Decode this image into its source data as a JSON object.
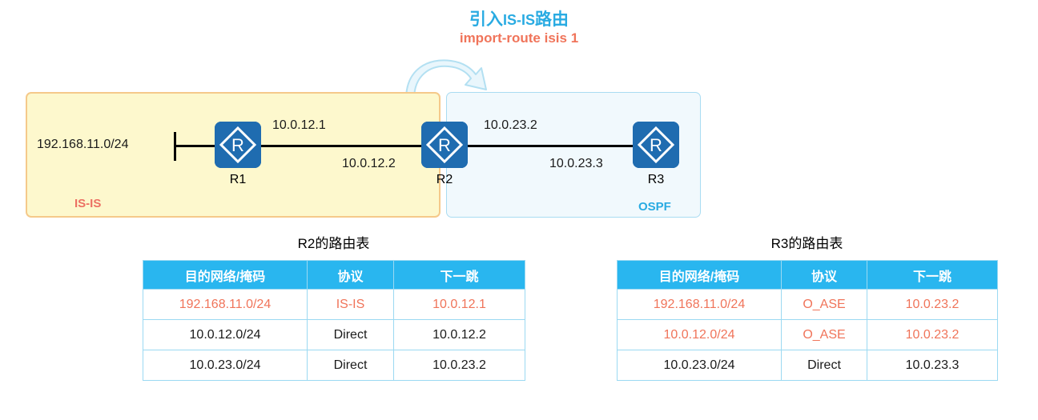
{
  "callout": {
    "title_cn_1": "引入",
    "title_latin": "IS-IS",
    "title_cn_2": "路由",
    "command": "import-route isis 1",
    "title_color": "#29abe2",
    "command_color": "#f0745a",
    "arrow_icon": "curved-arrow-right-icon"
  },
  "topology": {
    "zones": [
      {
        "id": "isis",
        "label": "IS-IS",
        "fill": "#fdf8cd",
        "border": "#f5c98a",
        "label_color": "#ec7063"
      },
      {
        "id": "ospf",
        "label": "OSPF",
        "fill": "#f1f9fd",
        "border": "#a9dcf2",
        "label_color": "#29abe2"
      }
    ],
    "routers": [
      {
        "id": "r1",
        "name": "R1",
        "icon": "router-icon",
        "color": "#1f6cb0"
      },
      {
        "id": "r2",
        "name": "R2",
        "icon": "router-icon",
        "color": "#1f6cb0"
      },
      {
        "id": "r3",
        "name": "R3",
        "icon": "router-icon",
        "color": "#1f6cb0"
      }
    ],
    "labels": {
      "lan_network": "192.168.11.0/24",
      "r1_r2_left": "10.0.12.1",
      "r1_r2_right": "10.0.12.2",
      "r2_r3_left": "10.0.23.2",
      "r2_r3_right": "10.0.23.3"
    }
  },
  "tables": [
    {
      "id": "r2-routing-table",
      "title": "R2的路由表",
      "headers": [
        "目的网络/掩码",
        "协议",
        "下一跳"
      ],
      "rows": [
        {
          "cells": [
            "192.168.11.0/24",
            "IS-IS",
            "10.0.12.1"
          ],
          "highlight": [
            true,
            true,
            true
          ]
        },
        {
          "cells": [
            "10.0.12.0/24",
            "Direct",
            "10.0.12.2"
          ],
          "highlight": [
            false,
            false,
            false
          ]
        },
        {
          "cells": [
            "10.0.23.0/24",
            "Direct",
            "10.0.23.2"
          ],
          "highlight": [
            false,
            false,
            false
          ]
        }
      ]
    },
    {
      "id": "r3-routing-table",
      "title": "R3的路由表",
      "headers": [
        "目的网络/掩码",
        "协议",
        "下一跳"
      ],
      "rows": [
        {
          "cells": [
            "192.168.11.0/24",
            "O_ASE",
            "10.0.23.2"
          ],
          "highlight": [
            true,
            true,
            true
          ]
        },
        {
          "cells": [
            "10.0.12.0/24",
            "O_ASE",
            "10.0.23.2"
          ],
          "highlight": [
            true,
            true,
            true
          ]
        },
        {
          "cells": [
            "10.0.23.0/24",
            "Direct",
            "10.0.23.3"
          ],
          "highlight": [
            false,
            false,
            false
          ]
        }
      ]
    }
  ],
  "colors": {
    "header_blue": "#29b6ef",
    "table_border": "#9bd9f2",
    "highlight_red": "#f0745a",
    "router_blue": "#1f6cb0"
  }
}
